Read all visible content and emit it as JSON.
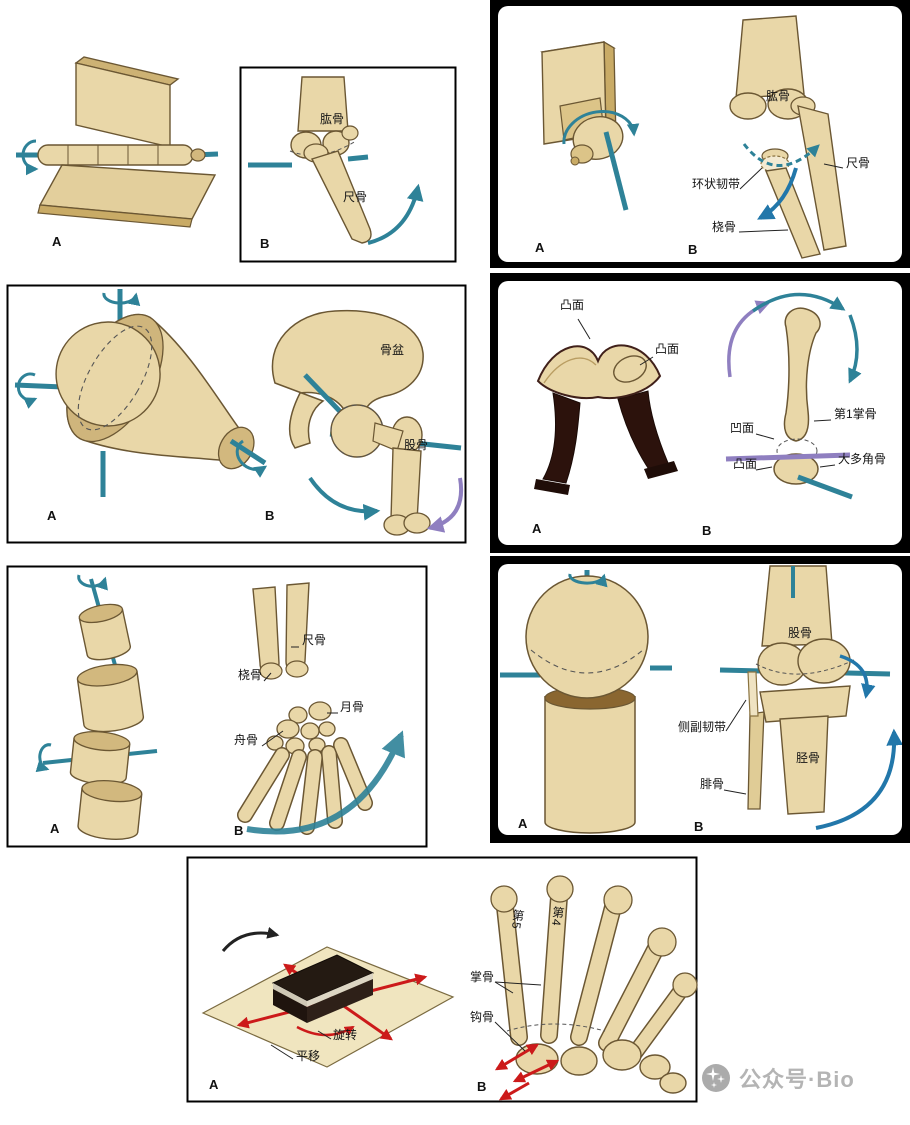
{
  "figure": {
    "panels": {
      "hinge": {
        "letter_a": "A",
        "letter_b": "B",
        "labels": {
          "humerus": "肱骨",
          "ulna": "尺骨"
        }
      },
      "pivot": {
        "letter_a": "A",
        "letter_b": "B",
        "labels": {
          "humerus": "肱骨",
          "ulna": "尺骨",
          "annular_ligament": "环状韧带",
          "radius": "桡骨"
        }
      },
      "ball_and_socket": {
        "letter_a": "A",
        "letter_b": "B",
        "labels": {
          "pelvis": "骨盆",
          "femur": "股骨"
        }
      },
      "saddle": {
        "letter_a": "A",
        "letter_b": "B",
        "labels": {
          "convex_top": "凸面",
          "convex_mid": "凸面",
          "metacarpal_1": "第1掌骨",
          "concave": "凹面",
          "trapezium": "大多角骨",
          "convex_bottom": "凸面"
        }
      },
      "ellipsoid": {
        "letter_a": "A",
        "letter_b": "B",
        "labels": {
          "ulna": "尺骨",
          "radius": "桡骨",
          "lunate": "月骨",
          "scaphoid": "舟骨"
        }
      },
      "condylar": {
        "letter_a": "A",
        "letter_b": "B",
        "labels": {
          "femur": "股骨",
          "collateral_ligament": "侧副韧带",
          "tibia": "胫骨",
          "fibula": "腓骨"
        }
      },
      "plane": {
        "letter_a": "A",
        "letter_b": "B",
        "labels": {
          "rotation": "旋转",
          "translation": "平移",
          "metacarpal_5": "第5",
          "metacarpal_4": "第4",
          "metacarpals": "掌骨",
          "hamate": "钩骨"
        }
      }
    },
    "watermark": {
      "text": "公众号·Bio"
    },
    "colors": {
      "bone": "#e9d7a8",
      "bone_shade": "#d2b87e",
      "outline": "#6b5733",
      "axis_teal": "#2e8298",
      "arrow_blue": "#2277aa",
      "arrow_red": "#cc1a1a",
      "arrow_purple": "#8f7fc0",
      "panel_bg_dark": "#000000"
    }
  }
}
